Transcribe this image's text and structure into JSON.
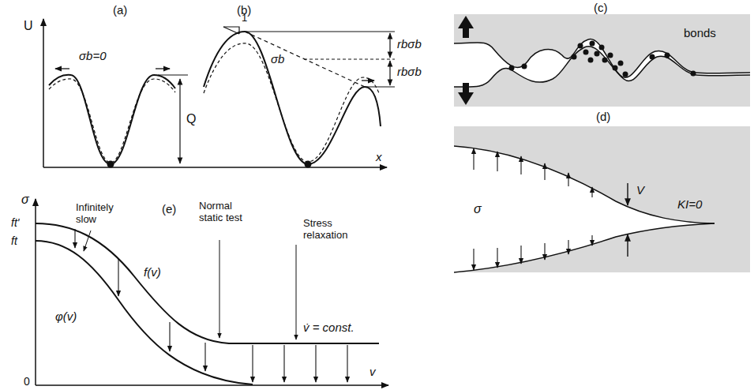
{
  "diagram": {
    "labels": [
      "(a)",
      "U",
      "σb=0",
      "Q",
      "(b)",
      "1",
      "σb",
      "rbσb",
      "rbσb",
      "x",
      "(c)",
      "bonds",
      "(d)",
      "σ",
      "V",
      "KI=0",
      "(e)",
      "σ",
      "ft'",
      "ft",
      "Infinitely slow",
      "Normal static test",
      "Stress relaxation",
      "f(v)",
      "φ(v)",
      "v̇ = const.",
      "v",
      "0"
    ]
  }
}
